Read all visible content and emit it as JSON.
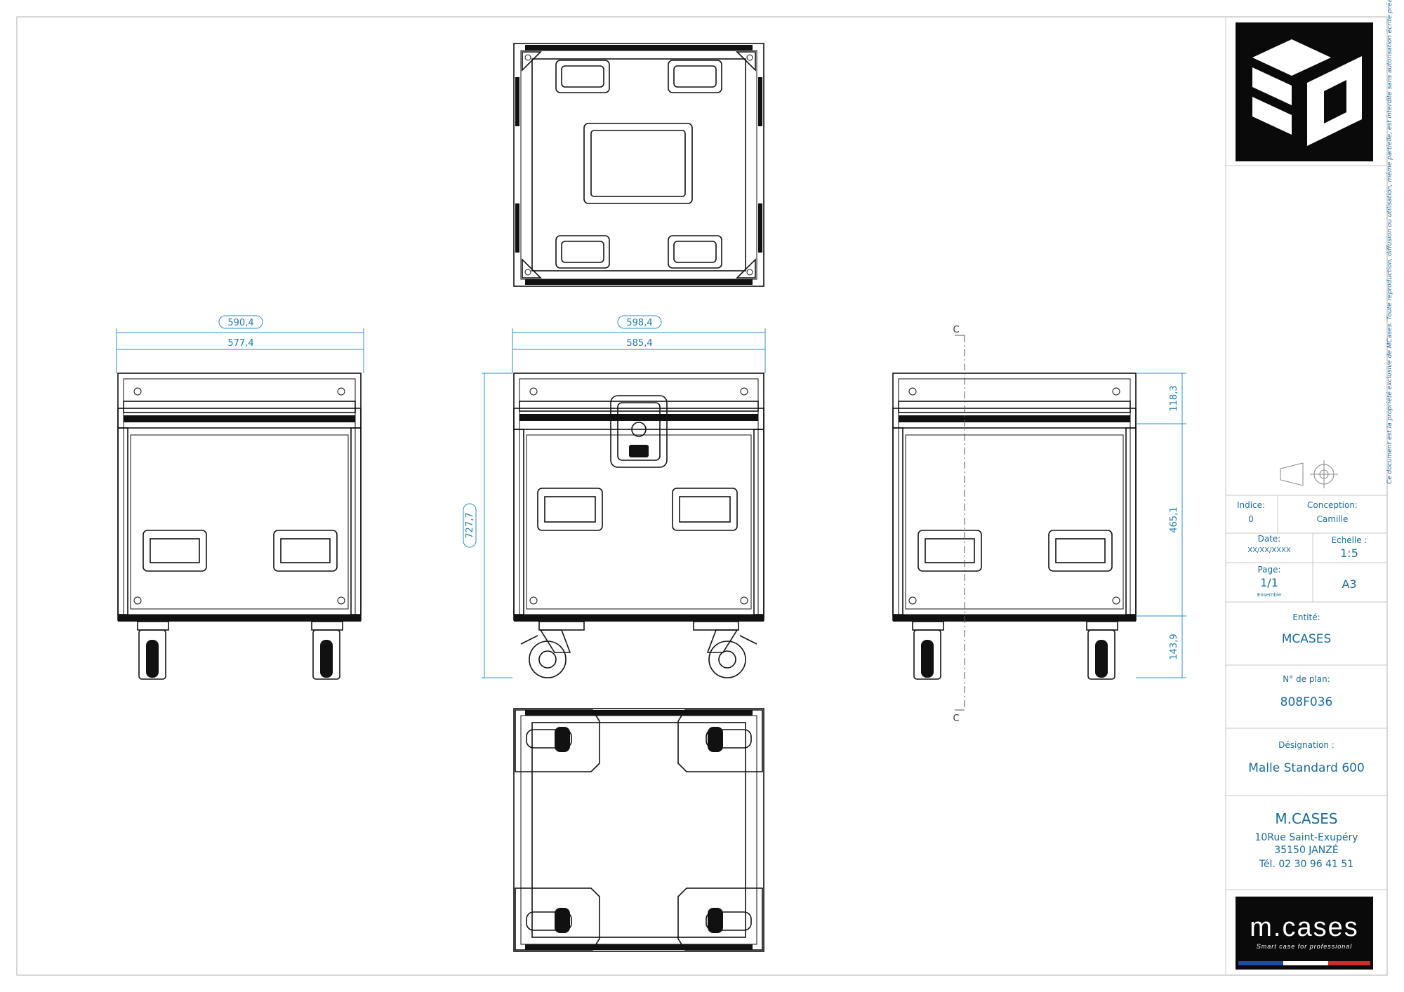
{
  "dimensions": {
    "left_view_total": "590,4",
    "left_view_inner": "577,4",
    "front_view_total": "598,4",
    "front_view_inner": "585,4",
    "front_view_height": "727,7",
    "right_view_lid": "118,3",
    "right_view_body": "465,1",
    "right_view_wheels": "143,9"
  },
  "section": {
    "label_top": "C",
    "label_bottom": "C"
  },
  "title_block": {
    "indice_label": "Indice:",
    "indice_value": "0",
    "conception_label": "Conception:",
    "conception_value": "Camille",
    "date_label": "Date:",
    "date_value": "XX/XX/XXXX",
    "echelle_label": "Echelle :",
    "echelle_value": "1:5",
    "page_label": "Page:",
    "page_value": "1/1",
    "page_sub": "Ensemble",
    "format_value": "A3",
    "entite_label": "Entité:",
    "entite_value": "MCASES",
    "plan_label": "N° de plan:",
    "plan_value": "808F036",
    "designation_label": "Désignation :",
    "designation_value": "Malle Standard 600",
    "company_name": "M.CASES",
    "company_address1": "10Rue Saint-Exupéry",
    "company_address2": "35150 JANZÉ",
    "company_phone": "Tél. 02 30 96 41 51"
  },
  "brand": {
    "logo_text": "m.cases",
    "logo_tagline": "Smart case for professional"
  },
  "legal_notice": "Ce document est la propriété exclusive de MCases. Toute reproduction, diffusion ou utilisation, même partielle, est interdite sans autorisation écrite préalable.",
  "colors": {
    "accent": "#1a6b9a",
    "dimension": "#2c8dc4",
    "ink": "#111111"
  }
}
